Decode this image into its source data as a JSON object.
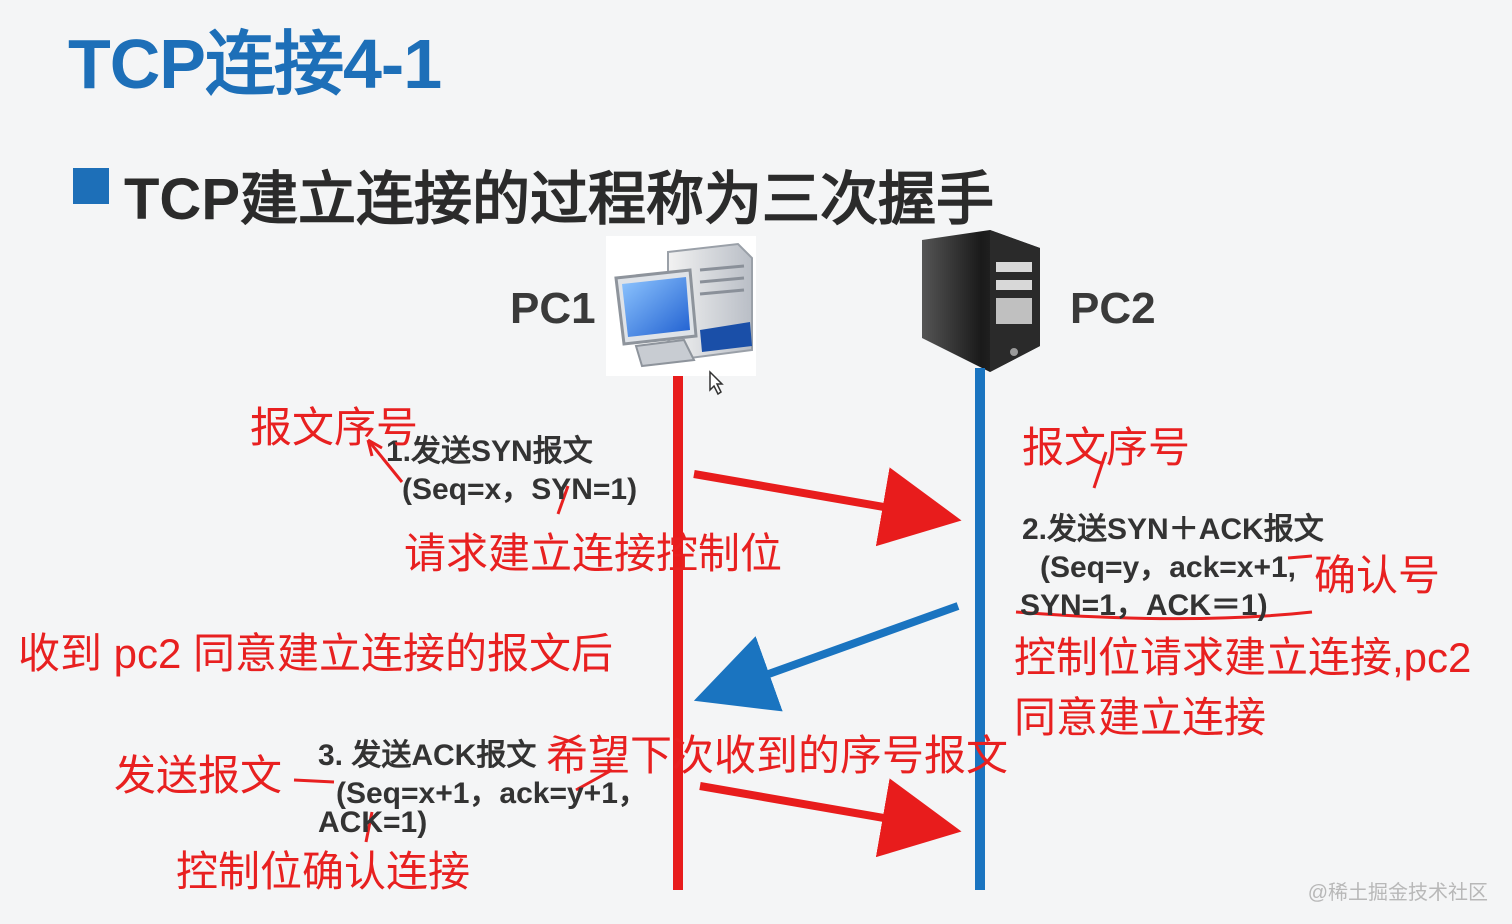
{
  "slide": {
    "title": "TCP连接4-1",
    "bullet": "TCP建立连接的过程称为三次握手"
  },
  "nodes": {
    "pc1": {
      "label": "PC1",
      "icon": "desktop-computer-icon"
    },
    "pc2": {
      "label": "PC2",
      "icon": "server-tower-icon"
    }
  },
  "messages": {
    "step1_line1": "1.发送SYN报文",
    "step1_line2": "(Seq=x，SYN=1)",
    "step2_line1": "2.发送SYN＋ACK报文",
    "step2_line2": "(Seq=y，ack=x+1,",
    "step2_line3": "SYN=1，ACK＝1)",
    "step3_line1": "3. 发送ACK报文",
    "step3_line2": "(Seq=x+1，ack=y+1，",
    "step3_line3": "ACK=1)"
  },
  "annotations": {
    "seq_left": "报文序号",
    "seq_right": "报文序号",
    "syn_control": "请求建立连接控制位",
    "received_pc2": "收到 pc2 同意建立连接的报文后",
    "ack_number": "确认号",
    "control_request": "控制位请求建立连接,pc2",
    "agree_connect": "同意建立连接",
    "hope_next": "希望下次收到的序号报文",
    "send_msg": "发送报文",
    "control_confirm": "控制位确认连接"
  },
  "colors": {
    "title_blue": "#1d6fb8",
    "pc1_line": "#e81c1c",
    "pc2_line": "#1a74c0",
    "annotation_red": "#e82020"
  },
  "watermark": "@稀土掘金技术社区"
}
